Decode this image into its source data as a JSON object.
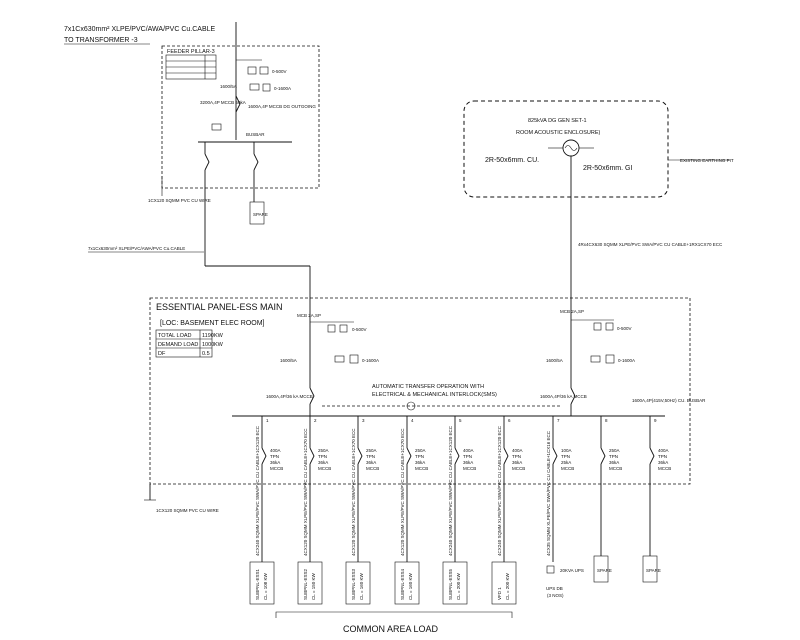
{
  "transformer_feed": {
    "cable": "7x1Cx630mm² XLPE/PVC/AWA/PVC Cu.CABLE",
    "to": "TO TRANSFORMER -3"
  },
  "feeder_pillar": {
    "title": "FEEDER PILLAR-3",
    "mccb_note": "3200A,4P MCCB 50kA",
    "meter_v": "0-500V",
    "meter_a": "0-1600A",
    "ct": "1600/5A",
    "dg_outgoing": "1600A,4P MCCB DG OUTGOING",
    "bus_note": "BUSBAR"
  },
  "earth_cables": {
    "left_top": "1CX120 SQMM PVC CU WIRE",
    "left_bottom": "1CX120 SQMM PVC CU WIRE"
  },
  "link_cable": "7x1Cx630mm² XLPE/PVC/AWA/PVC Cu.CABLE",
  "dg_set": {
    "title": "825kVA DG GEN SET-1",
    "subtitle": "ROOM ACOUSTIC ENCLOSURE)",
    "earth_left": "2R-50x6mm. CU.",
    "earth_right": "2R-50x6mm. GI",
    "side_note": "EXISTING EARTHING PIT",
    "cable": "4Rx4CX630 SQMM XLPE/PVC SWA/PVC CU CABLE+1RX1CX70 ECC"
  },
  "panel": {
    "title": "ESSENTIAL PANEL-ESS MAIN",
    "location": "[LOC: BASEMENT ELEC ROOM]",
    "rows": [
      {
        "label": "TOTAL LOAD",
        "value": "1190",
        "unit": "KW"
      },
      {
        "label": "DEMAND LOAD",
        "value": "1000",
        "unit": "KW"
      },
      {
        "label": "DF",
        "value": "0.5",
        "unit": ""
      }
    ],
    "ats_note": "AUTOMATIC TRANSFER OPERATION WITH",
    "ats_note2": "ELECTRICAL & MECHANICAL INTERLOCK(SMS)",
    "incomer_left": "1600A,4P/36 kA MCCB",
    "incomer_right": "1600A,4P/36 kA MCCB",
    "busbar_note": "1600A,4P(415V,50Hz) CU. BUSBAR",
    "mcb_left": "MCB 2A,SP",
    "mcb_right": "MCB 2A,SP",
    "meter_v": "0-500V",
    "meter_a": "0-1600A",
    "ct_left": "1600/5A",
    "ct_right": "1600/5A"
  },
  "outgoings": [
    {
      "num": "1",
      "rating": "400A TPN 36kA MCCB",
      "cable": "4CX240 SQMM XLPE/PVC SWA/PVC CU CABLE+1CX120 ECC",
      "load": "SUBPNL-ESS1",
      "kw": "CL = 108 KW"
    },
    {
      "num": "2",
      "rating": "250A TPN 36kA MCCB",
      "cable": "4CX120 SQMM XLPE/PVC SWA/PVC CU CABLE+1CX70 ECC",
      "load": "SUBPNL-ESS2",
      "kw": "CL = 150 KW"
    },
    {
      "num": "3",
      "rating": "250A TPN 36kA MCCB",
      "cable": "4CX120 SQMM XLPE/PVC SWA/PVC CU CABLE+1CX70 ECC",
      "load": "SUBPNL-ESS3",
      "kw": "CL = 160 KW"
    },
    {
      "num": "4",
      "rating": "250A TPN 36kA MCCB",
      "cable": "4CX120 SQMM XLPE/PVC SWA/PVC CU CABLE+1CX70 ECC",
      "load": "SUBPNL-ESS4",
      "kw": "CL = 160 KW"
    },
    {
      "num": "5",
      "rating": "400A TPN 36kA MCCB",
      "cable": "4CX240 SQMM XLPE/PVC SWA/PVC CU CABLE+1CX120 ECC",
      "load": "SUBPNL-ESS5",
      "kw": "CL = 200 KW"
    },
    {
      "num": "6",
      "rating": "400A TPN 36kA MCCB",
      "cable": "4CX240 SQMM XLPE/PVC SWA/PVC CU CABLE+1CX120 ECC",
      "load": "VFD 1",
      "kw": "CL = 200 KW"
    },
    {
      "num": "7",
      "rating": "100A TPN 25kA MCCB",
      "cable": "4CX35 SQMM XLPE/PVC SWA/PVC CU CABLE+1CX16 ECC",
      "load": "20KVA UPS",
      "kw": ""
    },
    {
      "num": "8",
      "rating": "250A TPN 36kA MCCB",
      "cable": "",
      "load": "SPARE",
      "kw": ""
    },
    {
      "num": "9",
      "rating": "400A TPN 36kA MCCB",
      "cable": "",
      "load": "SPARE",
      "kw": ""
    }
  ],
  "ups_box": {
    "label1": "20KVA UPS",
    "label2": "UPS DB",
    "label3": "(3 NOS)"
  },
  "spare_box_top": "SPARE",
  "common_area": "COMMON AREA LOAD"
}
